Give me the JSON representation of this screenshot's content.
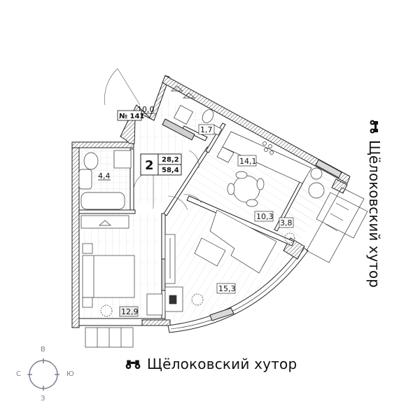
{
  "apartment": {
    "number_label": "№ 141",
    "rooms": "2",
    "living_area": "28,2",
    "total_area": "58,4"
  },
  "rooms": [
    {
      "id": "hall",
      "area": "10,0"
    },
    {
      "id": "wc",
      "area": "1,7"
    },
    {
      "id": "bathroom",
      "area": "4,4"
    },
    {
      "id": "kitchen",
      "area": "14,1"
    },
    {
      "id": "dining",
      "area": "10,3"
    },
    {
      "id": "loggia",
      "area": "3,8"
    },
    {
      "id": "living-room",
      "area": "15,3"
    },
    {
      "id": "bedroom",
      "area": "12,9"
    }
  ],
  "brand": {
    "name": "Щёлоковский хутор",
    "icon": "binoculars-icon"
  },
  "compass": {
    "north_up_label": "В",
    "left_label": "С",
    "right_label": "Ю",
    "down_label": "З",
    "color": "#7a8190"
  },
  "colors": {
    "wall": "#222222",
    "hatch": "#555555",
    "floor_line": "#cfcfcf",
    "window_fill": "#d9d9d9"
  }
}
